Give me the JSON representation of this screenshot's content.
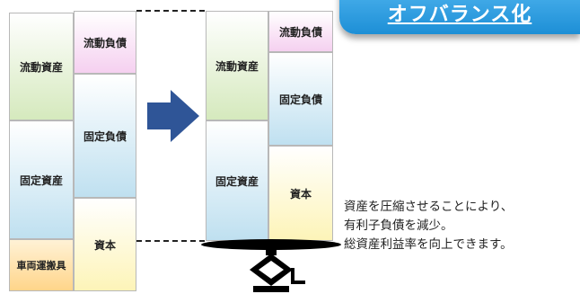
{
  "banner": {
    "label": "オフバランス化"
  },
  "before": {
    "left_column": [
      "流動資産",
      "固定資産",
      "車両運搬具"
    ],
    "right_column": [
      "流動負債",
      "固定負債",
      "資本"
    ]
  },
  "after": {
    "left_column": [
      "流動資産",
      "固定資産"
    ],
    "right_column": [
      "流動負債",
      "固定負債",
      "資本"
    ]
  },
  "description": {
    "lines": [
      "資産を圧縮させることにより、",
      "有利子負債を減少。",
      "総資産利益率を向上できます。"
    ]
  },
  "icons": {
    "arrow": "right-arrow-icon",
    "jack": "car-jack-icon"
  },
  "colors": {
    "banner": "#2a9fe3",
    "arrow": "#2f5597",
    "current_assets": "#d5e9bd",
    "fixed_assets": "#bfe0f0",
    "current_liabilities": "#f5d0f0",
    "fixed_liabilities": "#bfe0f0",
    "equity": "#fdf4b8",
    "vehicles": "#ffd58a"
  }
}
